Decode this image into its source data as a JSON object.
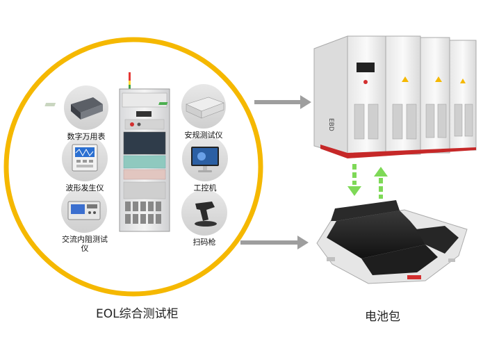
{
  "left_group": {
    "caption": "EOL综合测试柜",
    "instruments_left": [
      {
        "label": "数字万用表",
        "icon": "multimeter-icon"
      },
      {
        "label": "波形发生仪",
        "icon": "waveform-generator-icon"
      },
      {
        "label": "交流内阻测试\n仪",
        "label_line1": "交流内阻测试",
        "label_line2": "仪",
        "icon": "ac-resistance-tester-icon"
      }
    ],
    "instruments_right": [
      {
        "label": "安规测试仪",
        "icon": "safety-tester-icon"
      },
      {
        "label": "工控机",
        "icon": "industrial-pc-icon"
      },
      {
        "label": "扫码枪",
        "icon": "barcode-scanner-icon"
      }
    ]
  },
  "right_group": {
    "battery_caption": "电池包",
    "equipment_brand": "EBD"
  },
  "colors": {
    "ring": "#f5b800",
    "arrow_gray": "#9e9e9e",
    "arrow_green": "#7ed957"
  }
}
